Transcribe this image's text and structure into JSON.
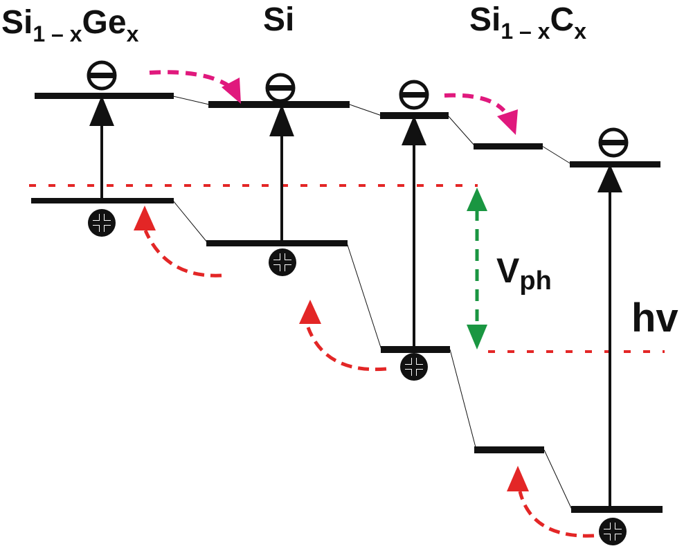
{
  "diagram": {
    "type": "band-diagram",
    "regions": [
      {
        "name": "Si1-xGex",
        "label_main": "Si",
        "label_sub1": "1 – x",
        "label_main2": "Ge",
        "label_sub2": "x"
      },
      {
        "name": "Si",
        "label_main": "Si"
      },
      {
        "name": "Si1-xCx",
        "label_main": "Si",
        "label_sub1": "1 – x",
        "label_main2": "C",
        "label_sub2": "x"
      }
    ],
    "labels": {
      "vph_main": "V",
      "vph_sub": "ph",
      "hv": "hv"
    },
    "symbols": {
      "electron": "minus-circle",
      "hole": "plus-circle"
    },
    "colors": {
      "levels": "#111111",
      "electron_transfer": "#e0197d",
      "hole_transfer": "#e32626",
      "fermi_level": "#e32626",
      "photovoltage": "#1a9641"
    }
  }
}
